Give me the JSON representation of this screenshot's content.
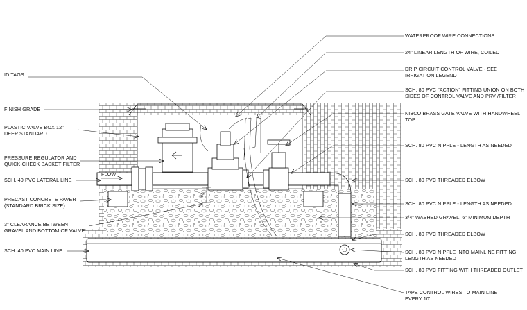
{
  "left_labels": [
    {
      "id": "id-tags",
      "lines": [
        "ID TAGS"
      ]
    },
    {
      "id": "finish-grade",
      "lines": [
        "FINISH GRADE"
      ]
    },
    {
      "id": "valve-box",
      "lines": [
        "PLASTIC VALVE BOX 12\"",
        "DEEP STANDARD"
      ]
    },
    {
      "id": "pressure-regulator",
      "lines": [
        "PRESSURE REGULATOR AND",
        "QUICK-CHECK BASKET FILTER"
      ]
    },
    {
      "id": "lateral-line",
      "lines": [
        "SCH. 40 PVC LATERAL LINE"
      ]
    },
    {
      "id": "concrete-paver",
      "lines": [
        "PRECAST CONCRETE PAVER",
        "(STANDARD BRICK SIZE)"
      ]
    },
    {
      "id": "clearance",
      "lines": [
        "3\" CLEARANCE BETWEEN",
        "GRAVEL AND BOTTOM OF VALVE"
      ]
    },
    {
      "id": "main-line",
      "lines": [
        "SCH. 40 PVC MAIN LINE"
      ]
    }
  ],
  "right_labels": [
    {
      "id": "waterproof-wire",
      "lines": [
        "WATERPROOF WIRE CONNECTIONS"
      ]
    },
    {
      "id": "wire-coiled",
      "lines": [
        "24\" LINEAR LENGTH OF WIRE, COILED"
      ]
    },
    {
      "id": "drip-valve",
      "lines": [
        "DRIP CIRCUIT CONTROL VALVE - SEE",
        "IRRIGATION LEGEND"
      ]
    },
    {
      "id": "union",
      "lines": [
        "SCH. 80 PVC \"ACTION\" FITTING UNION  ON BOTH",
        "SIDES OF CONTROL VALVE AND PRV /FILTER"
      ]
    },
    {
      "id": "gate-valve",
      "lines": [
        "NIBCO BRASS GATE VALVE WITH HANDWHEEL",
        "TOP"
      ]
    },
    {
      "id": "nipple-1",
      "lines": [
        "SCH. 80 PVC NIPPLE - LENGTH AS NEEDED"
      ]
    },
    {
      "id": "elbow-1",
      "lines": [
        "SCH. 80 PVC THREADED ELBOW"
      ]
    },
    {
      "id": "nipple-2",
      "lines": [
        "SCH. 80 PVC NIPPLE - LENGTH AS NEEDED"
      ]
    },
    {
      "id": "gravel",
      "lines": [
        "3/4\" WASHED GRAVEL, 6\" MINIMUM DEPTH"
      ]
    },
    {
      "id": "elbow-2",
      "lines": [
        "SCH. 80 PVC THREADED ELBOW"
      ]
    },
    {
      "id": "nipple-mainline",
      "lines": [
        "SCH. 80 PVC NIPPLE INTO MAINLINE FITTING,",
        "LENGTH AS NEEDED"
      ]
    },
    {
      "id": "fitting-outlet",
      "lines": [
        "SCH. 80 PVC FITTING WITH THREADED OUTLET"
      ]
    },
    {
      "id": "tape-wires",
      "lines": [
        "TAPE CONTROL WIRES TO MAIN LINE",
        "EVERY 10'"
      ]
    }
  ],
  "flow_label": "FLOW",
  "dimension_label": "3\""
}
